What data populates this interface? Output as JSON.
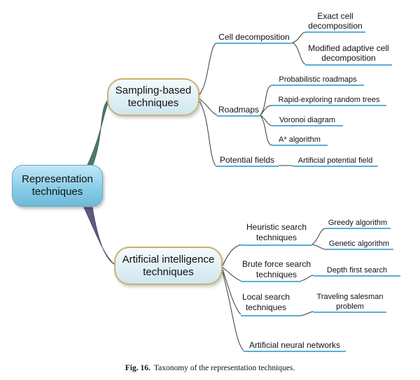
{
  "root": {
    "line1": "Representation",
    "line2": "techniques"
  },
  "branches": [
    {
      "line1": "Sampling-based",
      "line2": "techniques",
      "children": [
        {
          "label": "Cell decomposition",
          "leaves": [
            {
              "line1": "Exact cell",
              "line2": "decomposition"
            },
            {
              "line1": "Modified adaptive cell",
              "line2": "decomposition"
            }
          ]
        },
        {
          "label": "Roadmaps",
          "leaves": [
            {
              "line1": "Probabilistic roadmaps"
            },
            {
              "line1": "Rapid-exploring random trees"
            },
            {
              "line1": "Voronoi diagram"
            },
            {
              "line1": "A* algorithm"
            }
          ]
        },
        {
          "label": "Potential fields",
          "leaves": [
            {
              "line1": "Artificial potential field"
            }
          ]
        }
      ]
    },
    {
      "line1": "Artificial intelligence",
      "line2": "techniques",
      "children": [
        {
          "line1": "Heuristic search",
          "line2": "techniques",
          "leaves": [
            {
              "line1": "Greedy algorithm"
            },
            {
              "line1": "Genetic algorithm"
            }
          ]
        },
        {
          "line1": "Brute force search",
          "line2": "techniques",
          "leaves": [
            {
              "line1": "Depth first search"
            }
          ]
        },
        {
          "line1": "Local search",
          "line2": "techniques",
          "leaves": [
            {
              "line1": "Traveling salesman",
              "line2": "problem"
            }
          ]
        },
        {
          "label": "Artificial neural networks",
          "leaves": []
        }
      ]
    }
  ],
  "caption": {
    "fig": "Fig. 16.",
    "text": "Taxonomy of the representation techniques."
  },
  "colors": {
    "underline": "#5aaed6",
    "connector": "#3a3a3a",
    "trunk": "#4e7a64",
    "trunk_ai": "#5f5a80"
  }
}
